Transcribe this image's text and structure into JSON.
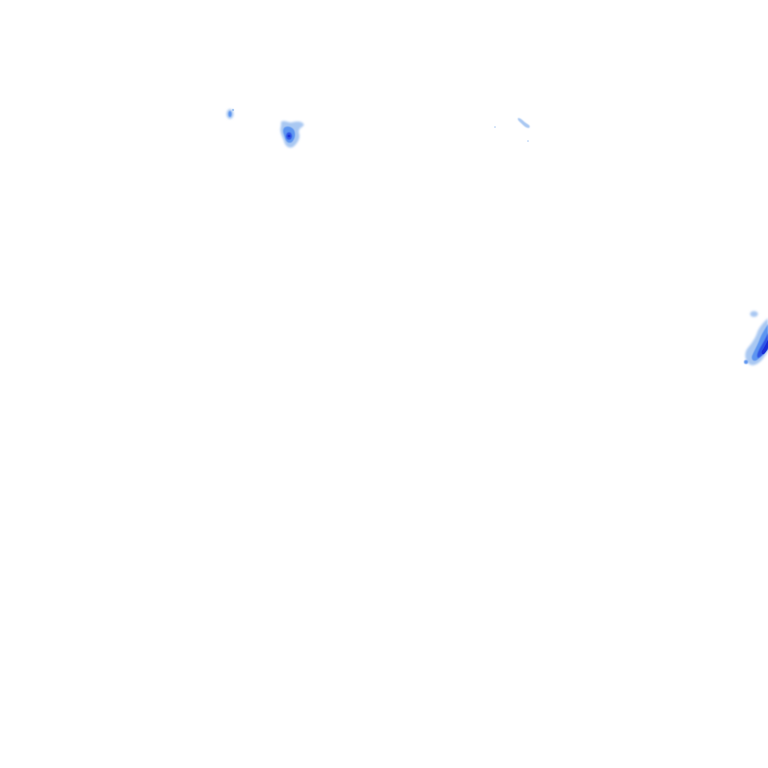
{
  "overlay": {
    "type": "precipitation-radar-overlay",
    "background": "transparent",
    "palette": {
      "light": "#a9c8f2",
      "medium": "#5d95f0",
      "heavy": "#2f55e6",
      "very_heavy": "#1b2fd6"
    }
  },
  "echoes": [
    {
      "name": "rain-cell-small-northwest",
      "intensity": "medium"
    },
    {
      "name": "rain-cell-north",
      "intensity": "heavy"
    },
    {
      "name": "rain-cell-faint-northeast",
      "intensity": "light"
    },
    {
      "name": "rain-cell-east-edge",
      "intensity": "very_heavy"
    }
  ]
}
